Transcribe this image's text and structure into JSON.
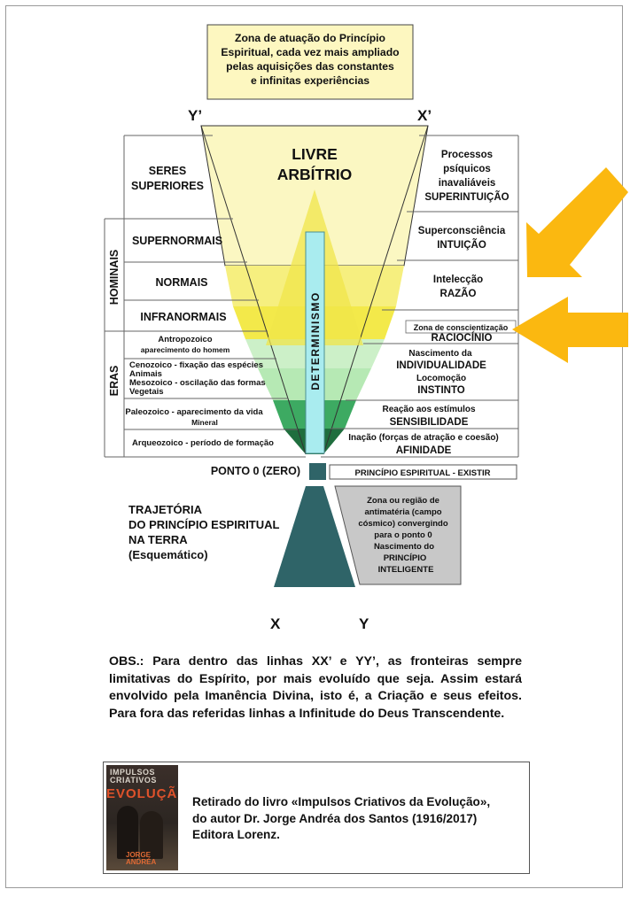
{
  "top_note": {
    "lines": [
      "Zona de atuação do Princípio",
      "Espiritual, cada vez mais ampliado",
      "pelas aquisições das constantes",
      "e infinitas experiências"
    ]
  },
  "axis_labels": {
    "y_prime": "Y’",
    "x_prime": "X’",
    "x": "X",
    "y": "Y"
  },
  "center": {
    "livre_line1": "LIVRE",
    "livre_line2": "ARBÍTRIO",
    "determinismo": "DETERMINISMO",
    "ponto_zero": "PONTO 0 (ZERO)"
  },
  "left_column": {
    "seres_line1": "SERES",
    "seres_line2": "SUPERIORES",
    "hominais_label": "HOMINAIS",
    "supernormais": "SUPERNORMAIS",
    "normais": "NORMAIS",
    "infranormais": "INFRANORMAIS",
    "eras_label": "ERAS",
    "antropozoico_line1": "Antropozoico",
    "antropozoico_line2": "aparecimento do homem",
    "cenozoico_line1": "Cenozoico - fixação das espécies",
    "cenozoico_line2": "Animais",
    "mesozoico_line1": "Mesozoico - oscilação das formas",
    "mesozoico_line2": "Vegetais",
    "paleozoico_line1": "Paleozoico - aparecimento da vida",
    "paleozoico_line2": "Mineral",
    "arqueozoico": "Arqueozoico - período de formação"
  },
  "right_column": {
    "processos_lines": [
      "Processos",
      "psíquicos",
      "inavaliáveis",
      "SUPERINTUIÇÃO"
    ],
    "superconsciencia_line1": "Superconsciência",
    "superconsciencia_line2": "INTUIÇÃO",
    "intelecao_line1": "Intelecção",
    "intelecao_line2": "RAZÃO",
    "zona_consc": "Zona de conscientização",
    "raciocinio": "RACIOCÍNIO",
    "nascimento_line1": "Nascimento da",
    "nascimento_line2": "INDIVIDUALIDADE",
    "locomocao": "Locomoção",
    "instinto": "INSTINTO",
    "reacao_line1": "Reação aos estímulos",
    "reacao_line2": "SENSIBILIDADE",
    "inacao_line1": "Inação (forças de atração e coesão)",
    "inacao_line2": "AFINIDADE",
    "principio_existir": "PRINCÍPIO ESPIRITUAL   -  EXISTIR"
  },
  "lower": {
    "trajetoria_lines": [
      "TRAJETÓRIA",
      "DO PRINCÍPIO ESPIRITUAL",
      "NA TERRA",
      "(Esquemático)"
    ],
    "antimateria_lines": [
      "Zona ou região de",
      "antimatéria (campo",
      "cósmico) convergindo",
      "para o ponto 0",
      "Nascimento do",
      "PRINCÍPIO",
      "INTELIGENTE"
    ]
  },
  "obs_text": "OBS.: Para dentro das linhas XX’ e YY’, as fronteiras sempre limitativas do Espírito, por mais evoluído que seja. Assim estará envolvido pela Imanência Divina, isto é, a Criação e seus efeitos. Para fora das referidas linhas a Infinitude do Deus Transcendente.",
  "source": {
    "line1": "Retirado do livro «Impulsos Criativos da Evolução»,",
    "line2": "do autor Dr. Jorge Andréa dos Santos (1916/2017)",
    "line3": "Editora Lorenz.",
    "book_cover_top1": "IMPULSOS",
    "book_cover_top2": "CRIATIVOS",
    "book_cover_title": "EVOLUÇÃO",
    "book_cover_author1": "JORGE",
    "book_cover_author2": "ANDRÉA"
  },
  "colors": {
    "note_fill": "#fdf7c0",
    "funnel_light": "#fbf7c2",
    "funnel_mid": "#f6ef7f",
    "funnel_yellow": "#f3e94a",
    "green_1": "#ccf0c8",
    "green_2": "#8edd9a",
    "green_3": "#3daa62",
    "green_4": "#1f6e3e",
    "det_bar": "#a9ecef",
    "teal": "#2f6468",
    "arrow": "#fbb810",
    "gray_box": "#c8c8c8"
  }
}
